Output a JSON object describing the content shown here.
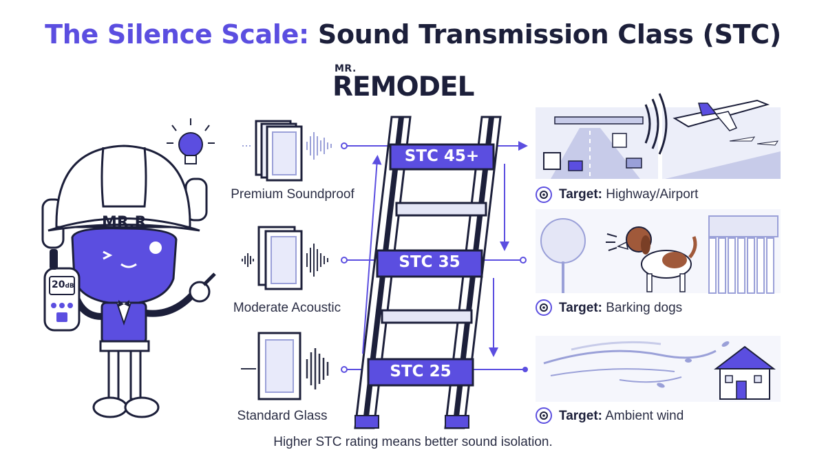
{
  "title": {
    "accent": "The Silence Scale:",
    "rest": "Sound Transmission Class (STC)"
  },
  "brand": {
    "top": "MR.",
    "main": "REMODEL"
  },
  "mascot": {
    "helmet_text": "MR.R",
    "meter_reading": "20",
    "meter_unit": "dB"
  },
  "levels": [
    {
      "window_label": "Premium Soundproof",
      "rating": "STC 45+",
      "target_label": "Target:",
      "target": "Highway/Airport"
    },
    {
      "window_label": "Moderate Acoustic",
      "rating": "STC 35",
      "target_label": "Target:",
      "target": "Barking dogs"
    },
    {
      "window_label": "Standard Glass",
      "rating": "STC 25",
      "target_label": "Target:",
      "target": "Ambient wind"
    }
  ],
  "caption": "Higher STC rating means better sound isolation.",
  "colors": {
    "accent": "#5b4ee0",
    "dark": "#1c1f3a",
    "light_panel": "#e4e6f6",
    "mid": "#9aa0d8"
  }
}
